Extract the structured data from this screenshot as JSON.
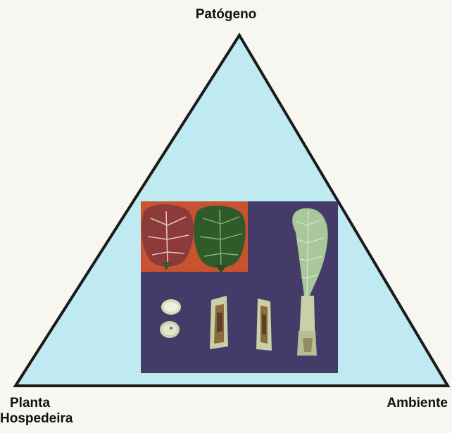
{
  "diagram": {
    "vertices": {
      "top": "Patógeno",
      "left_line1": "Planta",
      "left_line2": "Hospedeira",
      "right": "Ambiente"
    },
    "colors": {
      "triangle_fill": "#bfeaf2",
      "triangle_stroke": "#1a1a1a",
      "photo_background": "#4b3f6e",
      "photo_inset_background": "#c9532f",
      "leaf_dark": "#2f5a2a",
      "leaf_light": "#a8c79a",
      "stem": "#c9cfa6"
    },
    "illustration": {
      "description_icon": "diseased-plant-photo"
    }
  }
}
